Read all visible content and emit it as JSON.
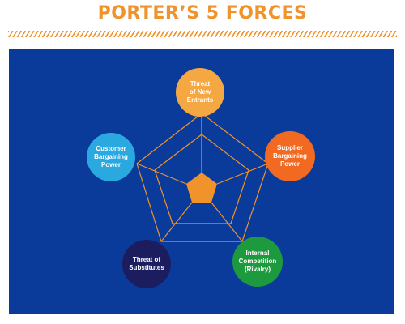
{
  "title": "PORTER’S 5 FORCES",
  "forces": {
    "new_entrants": {
      "label": "Threat\nof New\nEntrants",
      "color": "#f5a742"
    },
    "supplier": {
      "label": "Supplier\nBargaining\nPower",
      "color": "#f26a22"
    },
    "rivalry": {
      "label": "Internal\nCompetition\n(Rivalry)",
      "color": "#1e9a3e"
    },
    "substitutes": {
      "label": "Threat of\nSubstitutes",
      "color": "#1c1d5e"
    },
    "customer": {
      "label": "Customer\nBargaining\nPower",
      "color": "#2aa8e0"
    }
  },
  "colors": {
    "title": "#f0932b",
    "panel": "#0a3a9a",
    "web_lines": "#f0932b",
    "center": "#f0932b"
  }
}
